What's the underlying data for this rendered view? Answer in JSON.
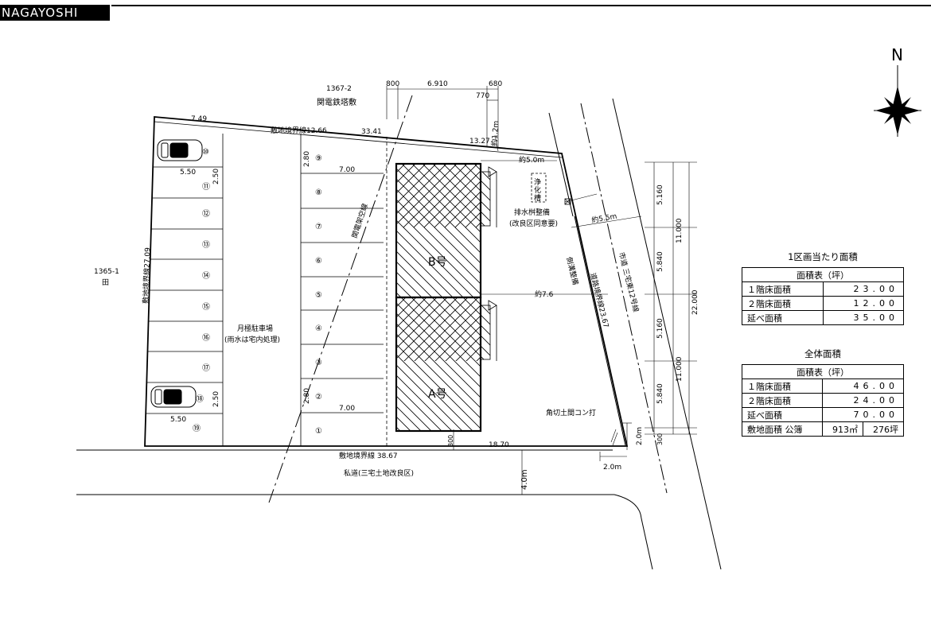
{
  "brand": "NAGAYOSHI",
  "north": "N",
  "plot": {
    "neighbor_top_code": "1367-2",
    "neighbor_top_name": "関電鉄塔敷",
    "neighbor_left_code": "1365-1",
    "neighbor_left_name": "田",
    "dims_top": [
      "800",
      "6.910",
      "680",
      "770"
    ],
    "top_boundary_label": "敷地境界線12.66",
    "top_len_a": "7.49",
    "top_len_b": "33.41",
    "top_len_c": "13.27",
    "top_setback": "約1.2m",
    "left_boundary_label": "敷地境界線27.09",
    "bottom_boundary_label": "敷地境界線 38.67",
    "bottom_len": "18.70",
    "bottom_small": "300",
    "private_road": "私道(三宅土地改良区)",
    "road_width": "4.0m",
    "parking_label_1": "月極駐車場",
    "parking_label_2": "(雨水は宅内処理)",
    "stall_depth": "5.50",
    "stall_width": "2.50",
    "stall_width_2": "2.80",
    "stall_depth_2": "7.00",
    "right_stall_nums": [
      "⑨",
      "⑧",
      "⑦",
      "⑥",
      "⑤",
      "④",
      "③",
      "②",
      "①"
    ],
    "left_stall_nums": [
      "⑩",
      "⑪",
      "⑫",
      "⑬",
      "⑭",
      "⑮",
      "⑯",
      "⑰",
      "⑱",
      "⑲"
    ],
    "powerline_label": "関電架空線",
    "house_b": "B号",
    "house_a": "A号",
    "dist_top": "約5.0m",
    "dist_mid": "約7.6",
    "septic_1": "浄",
    "septic_2": "化",
    "septic_3": "槽",
    "drain_label_1": "排水桝整備",
    "drain_label_2": "(改良区同意要)",
    "ditch_label": "側溝整備",
    "road_boundary_label": "道路境界線23.67",
    "city_road_label": "市道 三宅東12号線",
    "road_dist": "約5.5m",
    "corner_label": "角切土間コン打",
    "corner_dim_1": "2.0m",
    "corner_dim_2": "2.0m",
    "right_dims": [
      "5.160",
      "5.840",
      "5.160",
      "5.840",
      "300"
    ],
    "right_total_1": "11.000",
    "right_total_2": "11.000",
    "right_total_3": "22.000"
  },
  "table_unit": {
    "caption": "1区画当たり面積",
    "header": "面積表（坪）",
    "rows": [
      {
        "label": "１階床面積",
        "value": "23.00"
      },
      {
        "label": "２階床面積",
        "value": "12.00"
      },
      {
        "label": "延べ面積",
        "value": "35.00"
      }
    ]
  },
  "table_total": {
    "caption": "全体面積",
    "header": "面積表（坪）",
    "rows": [
      {
        "label": "１階床面積",
        "value": "46.00"
      },
      {
        "label": "２階床面積",
        "value": "24.00"
      },
      {
        "label": "延べ面積",
        "value": "70.00"
      }
    ],
    "site_label": "敷地面積 公簿",
    "site_m2": "913㎡",
    "site_tsubo": "276坪"
  }
}
